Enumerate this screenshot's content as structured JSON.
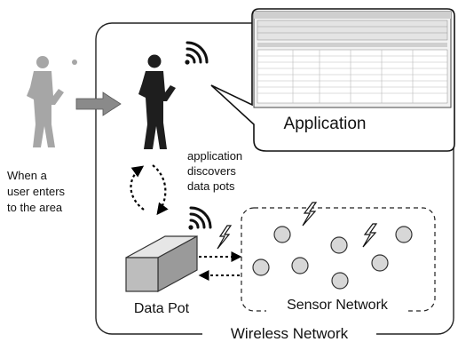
{
  "labels": {
    "user_enters": [
      "When a",
      "user enters",
      "to the area"
    ],
    "application": "Application",
    "discovers": [
      "application",
      "discovers",
      "data pots"
    ],
    "data_pot": "Data Pot",
    "sensor_network": "Sensor Network",
    "wireless_network": "Wireless Network"
  },
  "colors": {
    "silhouette_faded": "#a6a6a6",
    "silhouette": "#1e1e1e",
    "box_front": "#bdbdbd",
    "box_top": "#e6e6e6",
    "box_side": "#9a9a9a",
    "sensor_node": "#d7d7d7",
    "arrow": "#8a8a8a"
  },
  "icons": [
    "person-silhouette",
    "wifi-signal-icon",
    "lightning-icon",
    "window-screenshot",
    "speech-bubble"
  ]
}
